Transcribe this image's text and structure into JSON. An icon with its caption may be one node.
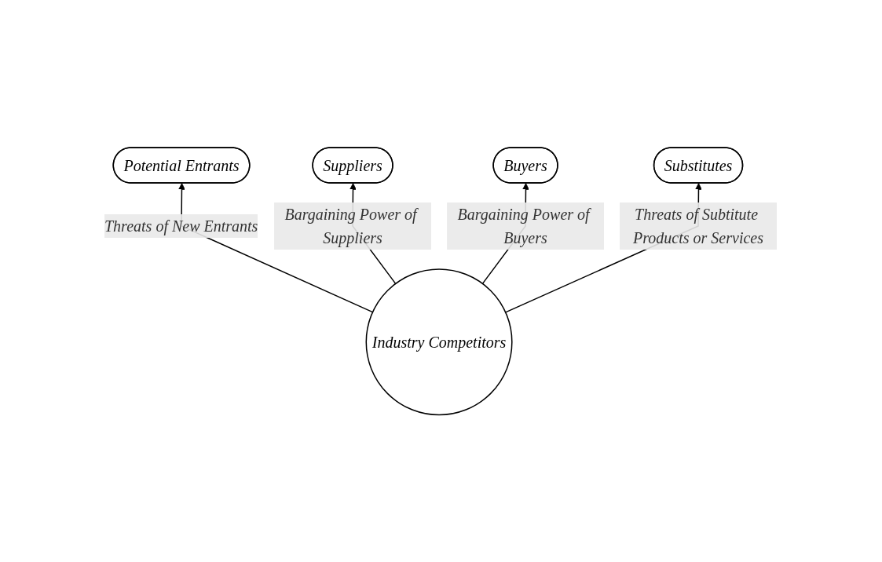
{
  "diagram": {
    "nodes": [
      {
        "text": [
          "Potential Entrants"
        ]
      },
      {
        "text": [
          "Industry Competitors"
        ]
      },
      {
        "text": [
          "Suppliers"
        ]
      },
      {
        "text": [
          "Buyers"
        ]
      },
      {
        "text": [
          "Substitutes"
        ]
      }
    ],
    "edges": [
      {
        "from": 1,
        "to": 0,
        "arrow": "to",
        "label": "Threats of New Entrants"
      },
      {
        "from": 1,
        "to": 2,
        "arrow": "to",
        "label": "Bargaining Power of Suppliers"
      },
      {
        "from": 1,
        "to": 3,
        "arrow": "to",
        "label": "Bargaining Power of Buyers"
      },
      {
        "from": 1,
        "to": 4,
        "arrow": "to",
        "label": "Threats of Subtitute Products or Services"
      }
    ]
  }
}
